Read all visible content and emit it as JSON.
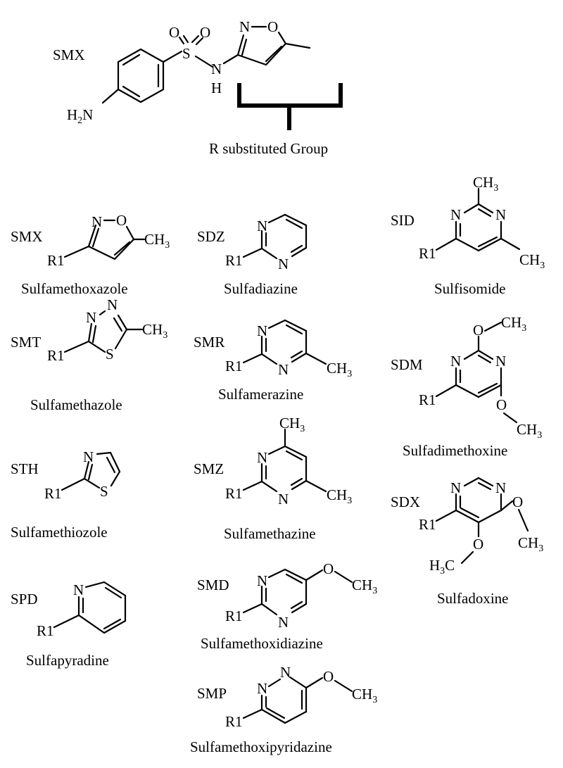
{
  "header": {
    "parent_abbr": "SMX",
    "amine": "H",
    "amine_sub": "2",
    "amine_n": "N",
    "sulfur": "S",
    "oxygen": "O",
    "nh_n": "N",
    "nh_h": "H",
    "ring_n": "N",
    "ring_o": "O",
    "r_group_label": "R substituted Group"
  },
  "rgroup": "R1",
  "methyl": "CH",
  "methyl_sub": "3",
  "methyl_h3": "H",
  "methyl_c": "C",
  "atom_n": "N",
  "atom_o": "O",
  "atom_s": "S",
  "compounds": [
    {
      "abbr": "SMX",
      "name": "Sulfamethoxazole"
    },
    {
      "abbr": "SDZ",
      "name": "Sulfadiazine"
    },
    {
      "abbr": "SID",
      "name": "Sulfisomide"
    },
    {
      "abbr": "SMT",
      "name": "Sulfamethazole"
    },
    {
      "abbr": "SMR",
      "name": "Sulfamerazine"
    },
    {
      "abbr": "SDM",
      "name": "Sulfadimethoxine"
    },
    {
      "abbr": "STH",
      "name": "Sulfamethiozole"
    },
    {
      "abbr": "SMZ",
      "name": "Sulfamethazine"
    },
    {
      "abbr": "SDX",
      "name": "Sulfadoxine"
    },
    {
      "abbr": "SPD",
      "name": "Sulfapyradine"
    },
    {
      "abbr": "SMD",
      "name": "Sulfamethoxidiazine"
    },
    {
      "abbr": "SMP",
      "name": "Sulfamethoxipyridazine"
    }
  ]
}
